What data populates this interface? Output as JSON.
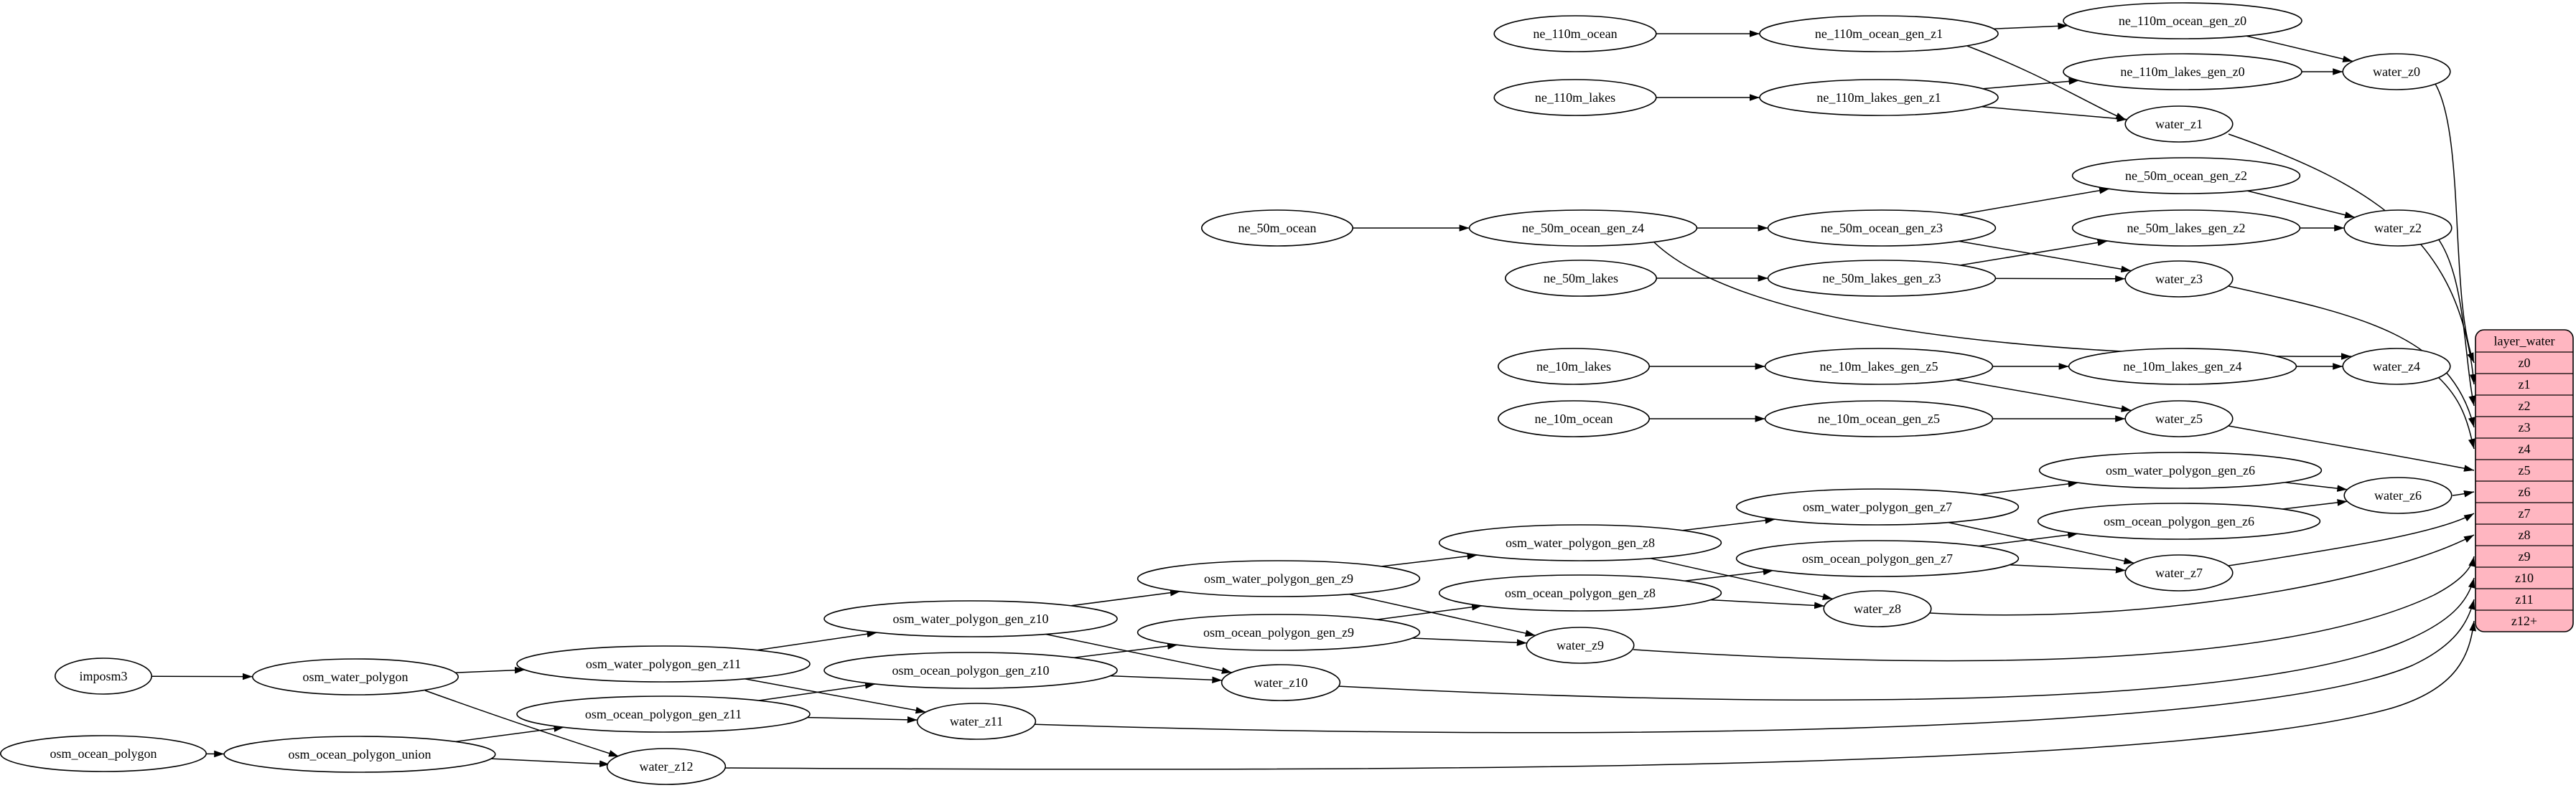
{
  "diagram": {
    "kind": "dependency-graph",
    "colors": {
      "background": "#ffffff",
      "node_fill": "#ffffff",
      "node_stroke": "#000000",
      "edge": "#000000",
      "table_fill": "#ffb6c1",
      "table_stroke": "#000000",
      "text": "#000000"
    },
    "nodes": [
      {
        "id": "ne_110m_ocean",
        "label": "ne_110m_ocean"
      },
      {
        "id": "ne_110m_ocean_gen_z1",
        "label": "ne_110m_ocean_gen_z1"
      },
      {
        "id": "ne_110m_ocean_gen_z0",
        "label": "ne_110m_ocean_gen_z0"
      },
      {
        "id": "ne_110m_lakes",
        "label": "ne_110m_lakes"
      },
      {
        "id": "ne_110m_lakes_gen_z1",
        "label": "ne_110m_lakes_gen_z1"
      },
      {
        "id": "ne_110m_lakes_gen_z0",
        "label": "ne_110m_lakes_gen_z0"
      },
      {
        "id": "water_z0",
        "label": "water_z0"
      },
      {
        "id": "water_z1",
        "label": "water_z1"
      },
      {
        "id": "ne_50m_ocean",
        "label": "ne_50m_ocean"
      },
      {
        "id": "ne_50m_ocean_gen_z4",
        "label": "ne_50m_ocean_gen_z4"
      },
      {
        "id": "ne_50m_ocean_gen_z3",
        "label": "ne_50m_ocean_gen_z3"
      },
      {
        "id": "ne_50m_ocean_gen_z2",
        "label": "ne_50m_ocean_gen_z2"
      },
      {
        "id": "ne_50m_lakes",
        "label": "ne_50m_lakes"
      },
      {
        "id": "ne_50m_lakes_gen_z3",
        "label": "ne_50m_lakes_gen_z3"
      },
      {
        "id": "ne_50m_lakes_gen_z2",
        "label": "ne_50m_lakes_gen_z2"
      },
      {
        "id": "water_z2",
        "label": "water_z2"
      },
      {
        "id": "water_z3",
        "label": "water_z3"
      },
      {
        "id": "ne_10m_lakes",
        "label": "ne_10m_lakes"
      },
      {
        "id": "ne_10m_lakes_gen_z5",
        "label": "ne_10m_lakes_gen_z5"
      },
      {
        "id": "ne_10m_lakes_gen_z4",
        "label": "ne_10m_lakes_gen_z4"
      },
      {
        "id": "water_z4",
        "label": "water_z4"
      },
      {
        "id": "ne_10m_ocean",
        "label": "ne_10m_ocean"
      },
      {
        "id": "ne_10m_ocean_gen_z5",
        "label": "ne_10m_ocean_gen_z5"
      },
      {
        "id": "water_z5",
        "label": "water_z5"
      },
      {
        "id": "osm_water_polygon_gen_z6",
        "label": "osm_water_polygon_gen_z6"
      },
      {
        "id": "osm_ocean_polygon_gen_z6",
        "label": "osm_ocean_polygon_gen_z6"
      },
      {
        "id": "water_z6",
        "label": "water_z6"
      },
      {
        "id": "osm_water_polygon_gen_z7",
        "label": "osm_water_polygon_gen_z7"
      },
      {
        "id": "osm_ocean_polygon_gen_z7",
        "label": "osm_ocean_polygon_gen_z7"
      },
      {
        "id": "water_z7",
        "label": "water_z7"
      },
      {
        "id": "osm_water_polygon_gen_z8",
        "label": "osm_water_polygon_gen_z8"
      },
      {
        "id": "osm_ocean_polygon_gen_z8",
        "label": "osm_ocean_polygon_gen_z8"
      },
      {
        "id": "water_z8",
        "label": "water_z8"
      },
      {
        "id": "osm_water_polygon_gen_z9",
        "label": "osm_water_polygon_gen_z9"
      },
      {
        "id": "osm_ocean_polygon_gen_z9",
        "label": "osm_ocean_polygon_gen_z9"
      },
      {
        "id": "water_z9",
        "label": "water_z9"
      },
      {
        "id": "osm_water_polygon_gen_z10",
        "label": "osm_water_polygon_gen_z10"
      },
      {
        "id": "osm_ocean_polygon_gen_z10",
        "label": "osm_ocean_polygon_gen_z10"
      },
      {
        "id": "water_z10",
        "label": "water_z10"
      },
      {
        "id": "osm_water_polygon_gen_z11",
        "label": "osm_water_polygon_gen_z11"
      },
      {
        "id": "osm_ocean_polygon_gen_z11",
        "label": "osm_ocean_polygon_gen_z11"
      },
      {
        "id": "water_z11",
        "label": "water_z11"
      },
      {
        "id": "imposm3",
        "label": "imposm3"
      },
      {
        "id": "osm_water_polygon",
        "label": "osm_water_polygon"
      },
      {
        "id": "osm_ocean_polygon",
        "label": "osm_ocean_polygon"
      },
      {
        "id": "osm_ocean_polygon_union",
        "label": "osm_ocean_polygon_union"
      },
      {
        "id": "water_z12",
        "label": "water_z12"
      }
    ],
    "table": {
      "id": "layer_water",
      "title": "layer_water",
      "rows": [
        "z0",
        "z1",
        "z2",
        "z3",
        "z4",
        "z5",
        "z6",
        "z7",
        "z8",
        "z9",
        "z10",
        "z11",
        "z12+"
      ]
    },
    "edges": [
      [
        "ne_110m_ocean",
        "ne_110m_ocean_gen_z1"
      ],
      [
        "ne_110m_ocean_gen_z1",
        "ne_110m_ocean_gen_z0"
      ],
      [
        "ne_110m_ocean_gen_z1",
        "water_z1"
      ],
      [
        "ne_110m_ocean_gen_z0",
        "water_z0"
      ],
      [
        "ne_110m_lakes",
        "ne_110m_lakes_gen_z1"
      ],
      [
        "ne_110m_lakes_gen_z1",
        "ne_110m_lakes_gen_z0"
      ],
      [
        "ne_110m_lakes_gen_z1",
        "water_z1"
      ],
      [
        "ne_110m_lakes_gen_z0",
        "water_z0"
      ],
      [
        "water_z0",
        "layer_water:z0"
      ],
      [
        "water_z1",
        "layer_water:z1"
      ],
      [
        "ne_50m_ocean",
        "ne_50m_ocean_gen_z4"
      ],
      [
        "ne_50m_ocean_gen_z4",
        "ne_50m_ocean_gen_z3"
      ],
      [
        "ne_50m_ocean_gen_z4",
        "water_z4"
      ],
      [
        "ne_50m_ocean_gen_z3",
        "ne_50m_ocean_gen_z2"
      ],
      [
        "ne_50m_ocean_gen_z3",
        "water_z3"
      ],
      [
        "ne_50m_ocean_gen_z2",
        "water_z2"
      ],
      [
        "ne_50m_lakes",
        "ne_50m_lakes_gen_z3"
      ],
      [
        "ne_50m_lakes_gen_z3",
        "ne_50m_lakes_gen_z2"
      ],
      [
        "ne_50m_lakes_gen_z3",
        "water_z3"
      ],
      [
        "ne_50m_lakes_gen_z2",
        "water_z2"
      ],
      [
        "water_z2",
        "layer_water:z2"
      ],
      [
        "water_z3",
        "layer_water:z3"
      ],
      [
        "ne_10m_lakes",
        "ne_10m_lakes_gen_z5"
      ],
      [
        "ne_10m_lakes_gen_z5",
        "ne_10m_lakes_gen_z4"
      ],
      [
        "ne_10m_lakes_gen_z5",
        "water_z5"
      ],
      [
        "ne_10m_lakes_gen_z4",
        "water_z4"
      ],
      [
        "ne_10m_ocean",
        "ne_10m_ocean_gen_z5"
      ],
      [
        "ne_10m_ocean_gen_z5",
        "water_z5"
      ],
      [
        "water_z4",
        "layer_water:z4"
      ],
      [
        "water_z5",
        "layer_water:z5"
      ],
      [
        "imposm3",
        "osm_water_polygon"
      ],
      [
        "osm_water_polygon",
        "osm_water_polygon_gen_z11"
      ],
      [
        "osm_water_polygon",
        "water_z12"
      ],
      [
        "osm_water_polygon_gen_z11",
        "osm_water_polygon_gen_z10"
      ],
      [
        "osm_water_polygon_gen_z11",
        "water_z11"
      ],
      [
        "osm_water_polygon_gen_z10",
        "osm_water_polygon_gen_z9"
      ],
      [
        "osm_water_polygon_gen_z10",
        "water_z10"
      ],
      [
        "osm_water_polygon_gen_z9",
        "osm_water_polygon_gen_z8"
      ],
      [
        "osm_water_polygon_gen_z9",
        "water_z9"
      ],
      [
        "osm_water_polygon_gen_z8",
        "osm_water_polygon_gen_z7"
      ],
      [
        "osm_water_polygon_gen_z8",
        "water_z8"
      ],
      [
        "osm_water_polygon_gen_z7",
        "osm_water_polygon_gen_z6"
      ],
      [
        "osm_water_polygon_gen_z7",
        "water_z7"
      ],
      [
        "osm_water_polygon_gen_z6",
        "water_z6"
      ],
      [
        "osm_ocean_polygon",
        "osm_ocean_polygon_union"
      ],
      [
        "osm_ocean_polygon_union",
        "osm_ocean_polygon_gen_z11"
      ],
      [
        "osm_ocean_polygon_union",
        "water_z12"
      ],
      [
        "osm_ocean_polygon_gen_z11",
        "osm_ocean_polygon_gen_z10"
      ],
      [
        "osm_ocean_polygon_gen_z11",
        "water_z11"
      ],
      [
        "osm_ocean_polygon_gen_z10",
        "osm_ocean_polygon_gen_z9"
      ],
      [
        "osm_ocean_polygon_gen_z10",
        "water_z10"
      ],
      [
        "osm_ocean_polygon_gen_z9",
        "osm_ocean_polygon_gen_z8"
      ],
      [
        "osm_ocean_polygon_gen_z9",
        "water_z9"
      ],
      [
        "osm_ocean_polygon_gen_z8",
        "osm_ocean_polygon_gen_z7"
      ],
      [
        "osm_ocean_polygon_gen_z8",
        "water_z8"
      ],
      [
        "osm_ocean_polygon_gen_z7",
        "osm_ocean_polygon_gen_z6"
      ],
      [
        "osm_ocean_polygon_gen_z7",
        "water_z7"
      ],
      [
        "osm_ocean_polygon_gen_z6",
        "water_z6"
      ],
      [
        "water_z6",
        "layer_water:z6"
      ],
      [
        "water_z7",
        "layer_water:z7"
      ],
      [
        "water_z8",
        "layer_water:z8"
      ],
      [
        "water_z9",
        "layer_water:z9"
      ],
      [
        "water_z10",
        "layer_water:z10"
      ],
      [
        "water_z11",
        "layer_water:z11"
      ],
      [
        "water_z12",
        "layer_water:z12+"
      ]
    ]
  }
}
